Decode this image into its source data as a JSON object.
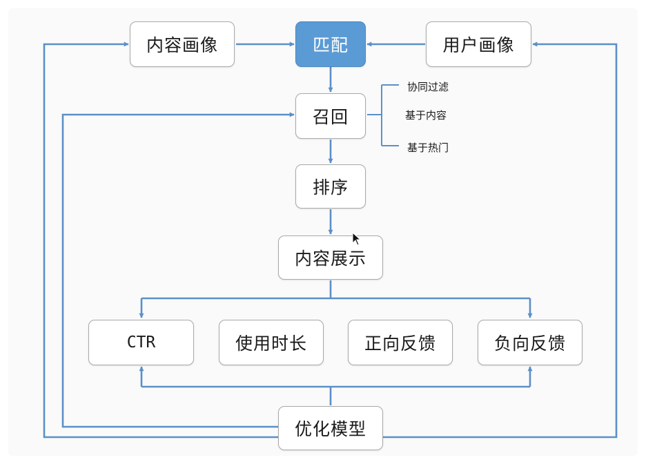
{
  "diagram": {
    "nodes": {
      "content_profile": "内容画像",
      "match": "匹配",
      "user_profile": "用户画像",
      "recall": "召回",
      "rank": "排序",
      "display": "内容展示",
      "ctr": "CTR",
      "duration": "使用时长",
      "positive_feedback": "正向反馈",
      "negative_feedback": "负向反馈",
      "optimize": "优化模型"
    },
    "recall_methods": [
      "协同过滤",
      "基于内容",
      "基于热门"
    ]
  },
  "colors": {
    "connector": "#5b8fc7",
    "match_fill": "#5b9bd5",
    "node_border": "#a9a9a9"
  }
}
